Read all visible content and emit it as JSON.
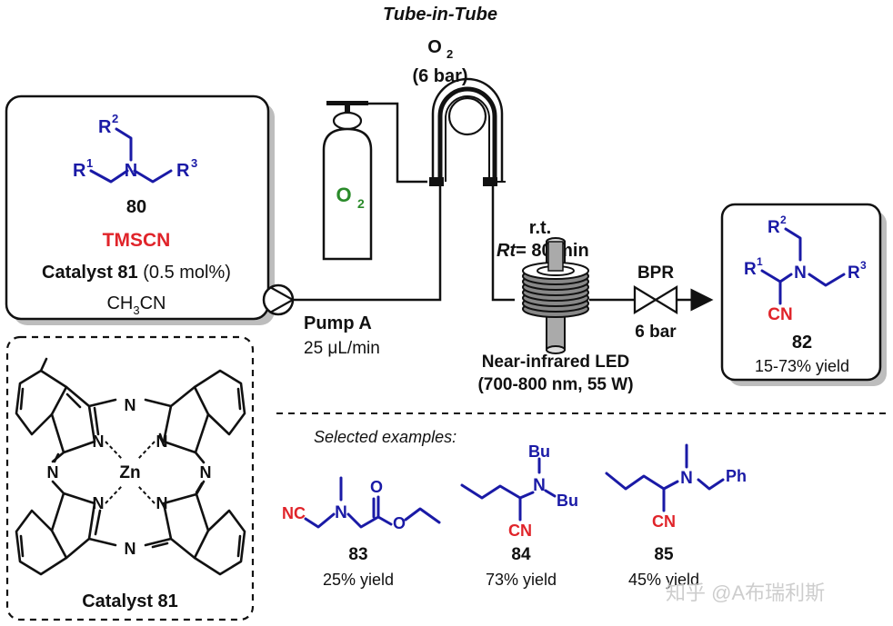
{
  "header": {
    "title": "Tube-in-Tube",
    "gas": "O",
    "gas_sub": "2",
    "pressure": "(6 bar)"
  },
  "reagent_box": {
    "substrate_labels": {
      "r1": "R",
      "r1_sup": "1",
      "r2": "R",
      "r2_sup": "2",
      "r3": "R",
      "r3_sup": "3",
      "n": "N"
    },
    "compound_number": "80",
    "reagent": "TMSCN",
    "catalyst_bold": "Catalyst 81",
    "catalyst_loading": "(0.5 mol%)",
    "solvent_pre": "CH",
    "solvent_sub": "3",
    "solvent_post": "CN"
  },
  "cylinder": {
    "label": "O",
    "label_sub": "2"
  },
  "pump": {
    "name": "Pump A",
    "flow_rate": "25 μL/min"
  },
  "reactor": {
    "temperature": "r.t.",
    "residence_label": "Rt",
    "residence_value": "= 80 min",
    "light_source": "Near-infrared LED",
    "light_spec": "(700-800 nm, 55 W)"
  },
  "bpr": {
    "label": "BPR",
    "pressure": "6 bar"
  },
  "product_box": {
    "labels": {
      "r1": "R",
      "r1_sup": "1",
      "r2": "R",
      "r2_sup": "2",
      "r3": "R",
      "r3_sup": "3",
      "n": "N",
      "cn": "CN"
    },
    "compound_number": "82",
    "yield": "15-73% yield"
  },
  "catalyst_box": {
    "metal": "Zn",
    "nitrogen": "N",
    "caption": "Catalyst 81"
  },
  "examples": {
    "heading": "Selected examples:",
    "items": [
      {
        "number": "83",
        "yield": "25% yield",
        "labels": {
          "nc": "NC",
          "n": "N",
          "o1": "O",
          "o2": "O"
        }
      },
      {
        "number": "84",
        "yield": "73% yield",
        "labels": {
          "n": "N",
          "bu1": "Bu",
          "bu2": "Bu",
          "cn": "CN"
        }
      },
      {
        "number": "85",
        "yield": "45% yield",
        "labels": {
          "n": "N",
          "ph": "Ph",
          "cn": "CN"
        }
      }
    ]
  },
  "watermark": "知乎 @A布瑞利斯",
  "colors": {
    "substrate": "#1a1aa6",
    "cyanide": "#e0242a",
    "oxygen_cylinder": "#2a8a2a"
  }
}
